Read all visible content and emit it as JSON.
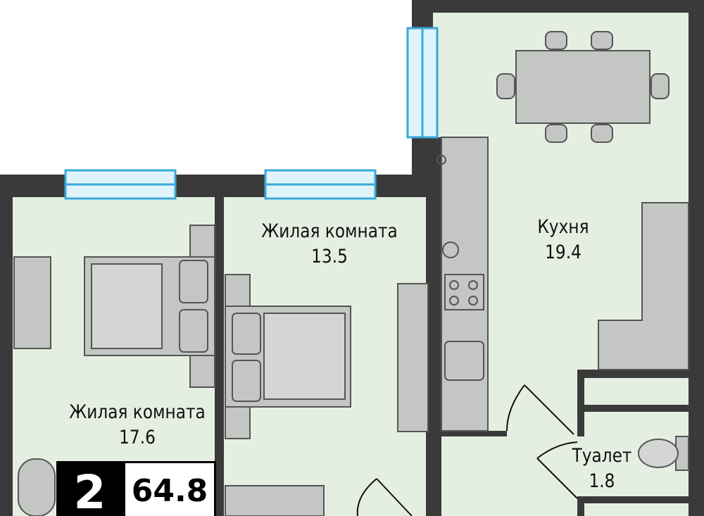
{
  "rooms": [
    {
      "name": "Жилая комната",
      "area": "17.6"
    },
    {
      "name": "Жилая комната",
      "area": "13.5"
    },
    {
      "name": "Кухня",
      "area": "19.4"
    },
    {
      "name": "Туалет",
      "area": "1.8"
    }
  ],
  "summary": {
    "room_count": "2",
    "total_area": "64.8"
  },
  "colors": {
    "wall": "#3a3a3a",
    "floor": "#e4efe1",
    "furniture": "#c3c6c3",
    "window": "#3aa8d8"
  }
}
